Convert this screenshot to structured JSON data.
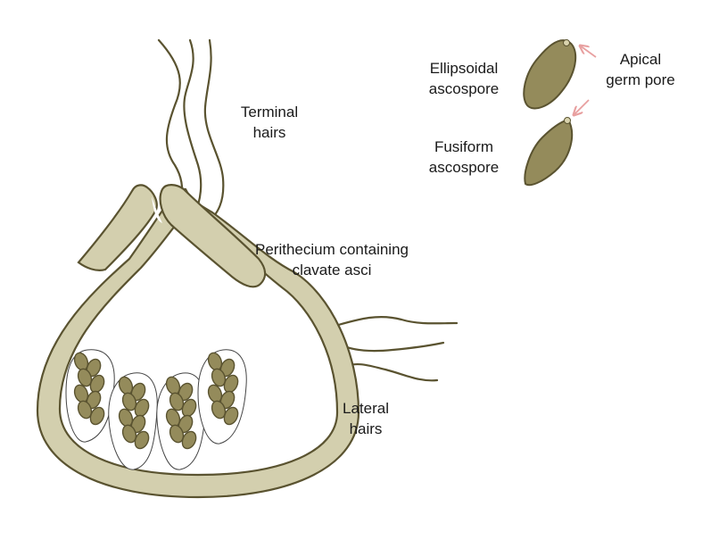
{
  "labels": {
    "terminal_hairs": [
      "Terminal",
      "hairs"
    ],
    "perithecium": [
      "Perithecium containing",
      "clavate asci"
    ],
    "lateral_hairs": [
      "Lateral",
      "hairs"
    ],
    "ellipsoidal": [
      "Ellipsoidal",
      "ascospore"
    ],
    "fusiform": [
      "Fusiform",
      "ascospore"
    ],
    "apical_pore": [
      "Apical",
      "germ pore"
    ]
  },
  "colors": {
    "wall_fill": "#d3cfae",
    "outline": "#5a5330",
    "spore_fill": "#948b5b",
    "pore_fill": "#d9d3ad",
    "arrow": "#e8a0a0",
    "ascus_outline": "#444444"
  }
}
